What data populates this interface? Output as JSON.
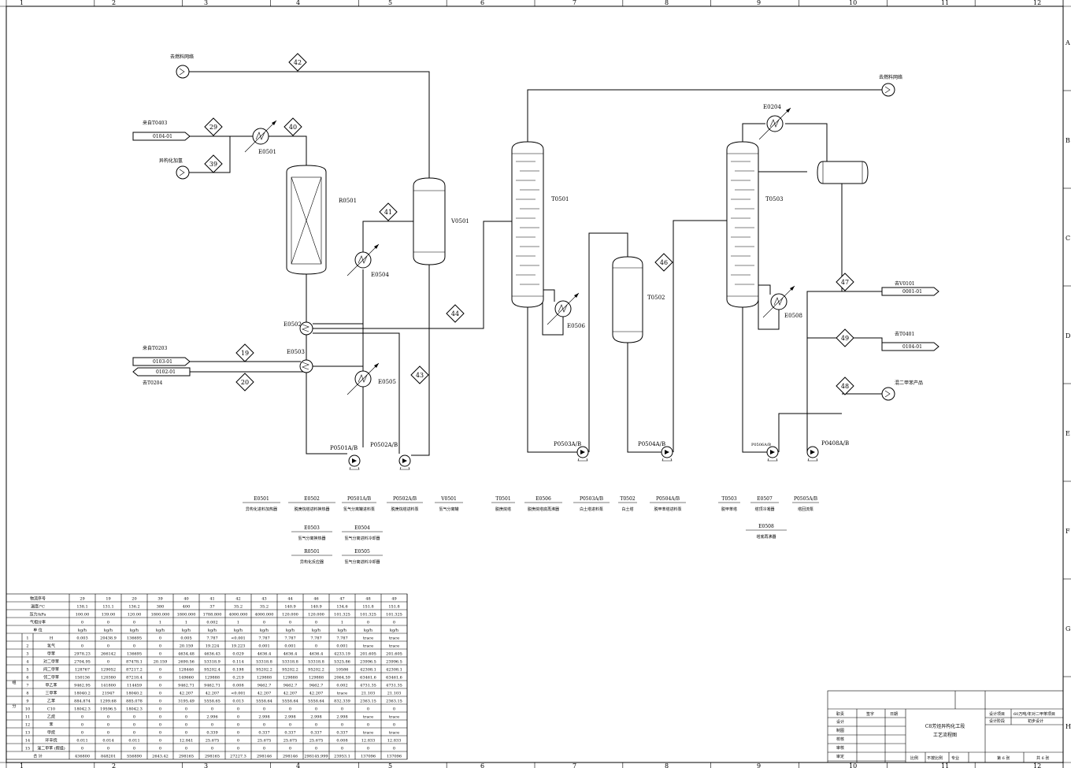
{
  "frame": {
    "columns": [
      "1",
      "2",
      "3",
      "4",
      "5",
      "6",
      "7",
      "8",
      "9",
      "10",
      "11",
      "12"
    ],
    "rows": [
      "A",
      "B",
      "C",
      "D",
      "E",
      "F",
      "G",
      "H"
    ]
  },
  "equipment": [
    {
      "tag": "R0501"
    },
    {
      "tag": "V0501"
    },
    {
      "tag": "T0501"
    },
    {
      "tag": "T0502"
    },
    {
      "tag": "T0503"
    },
    {
      "tag": "E0501"
    },
    {
      "tag": "E0502"
    },
    {
      "tag": "E0503"
    },
    {
      "tag": "E0504"
    },
    {
      "tag": "E0505"
    },
    {
      "tag": "E0506"
    },
    {
      "tag": "E0204"
    },
    {
      "tag": "E0508"
    },
    {
      "tag": "P0501A/B"
    },
    {
      "tag": "P0502A/B"
    },
    {
      "tag": "P0503A/B"
    },
    {
      "tag": "P0504A/B"
    },
    {
      "tag": "P0506A/B"
    },
    {
      "tag": "P0408A/B"
    }
  ],
  "streams": [
    "42",
    "29",
    "40",
    "39",
    "41",
    "19",
    "20",
    "44",
    "43",
    "46",
    "47",
    "49",
    "48"
  ],
  "connections": [
    {
      "text": "去燃料网络"
    },
    {
      "text": "来自T0403"
    },
    {
      "text": "0104-01"
    },
    {
      "text": "异构化加氢"
    },
    {
      "text": "来自T0203"
    },
    {
      "text": "0103-01"
    },
    {
      "text": "0102-01"
    },
    {
      "text": "去T0204"
    },
    {
      "text": "去燃料网络"
    },
    {
      "text": "去V0101"
    },
    {
      "text": "0001-01"
    },
    {
      "text": "去T0401"
    },
    {
      "text": "0104-01"
    },
    {
      "text": "混二甲苯产品"
    }
  ],
  "legend": {
    "row1": [
      {
        "tag": "E0501",
        "desc": "异构化进料加热器"
      },
      {
        "tag": "E0502",
        "desc": "脱庚烷塔进料换热器"
      },
      {
        "tag": "P0501A/B",
        "desc": "氢气分离罐进料泵"
      },
      {
        "tag": "P0502A/B",
        "desc": "脱庚烷塔进料泵"
      },
      {
        "tag": "V0501",
        "desc": "氢气分离罐"
      },
      {
        "tag": "T0501",
        "desc": "脱庚烷塔"
      },
      {
        "tag": "E0506",
        "desc": "脱庚烷塔底再沸器"
      },
      {
        "tag": "P0503A/B",
        "desc": "白土塔进料泵"
      },
      {
        "tag": "T0502",
        "desc": "白土塔"
      },
      {
        "tag": "P0504A/B",
        "desc": "脱甲苯塔进料泵"
      },
      {
        "tag": "T0503",
        "desc": "脱甲苯塔"
      },
      {
        "tag": "E0507",
        "desc": "塔顶冷凝器"
      },
      {
        "tag": "P0505A/B",
        "desc": "塔回流泵"
      }
    ],
    "row2": [
      {
        "tag": "E0503",
        "desc": "氢气分离换热器"
      },
      {
        "tag": "E0504",
        "desc": "氢气分离进料冷却器"
      },
      {
        "tag": "E0508",
        "desc": "塔底再沸器"
      }
    ],
    "row3": [
      {
        "tag": "R0501",
        "desc": "异构化反应器"
      },
      {
        "tag": "E0505",
        "desc": "氢气分离进料冷却器"
      }
    ]
  },
  "stream_table": {
    "header_label": "物流序号",
    "columns": [
      "29",
      "19",
      "20",
      "39",
      "40",
      "41",
      "42",
      "43",
      "44",
      "46",
      "47",
      "48",
      "49"
    ],
    "param_rows": [
      {
        "label": "温度/°C",
        "values": [
          "138.1",
          "131.1",
          "136.2",
          "380",
          "400",
          "37",
          "35.2",
          "35.2",
          "140.9",
          "140.9",
          "134.6",
          "151.8",
          "151.8"
        ]
      },
      {
        "label": "压力/kPa",
        "values": [
          "100.00",
          "139.00",
          "120.00",
          "1800.000",
          "1800.000",
          "1788.800",
          "4000.000",
          "4000.000",
          "120.000",
          "120.000",
          "101.325",
          "101.325",
          "101.325"
        ]
      },
      {
        "label": "气相分率",
        "values": [
          "0",
          "0",
          "0",
          "1",
          "1",
          "0.002",
          "1",
          "0",
          "0",
          "0",
          "1",
          "0",
          "0"
        ]
      },
      {
        "label": "单 位",
        "values": [
          "kg/h",
          "kg/h",
          "kg/h",
          "kg/h",
          "kg/h",
          "kg/h",
          "kg/h",
          "kg/h",
          "kg/h",
          "kg/h",
          "kg/h",
          "kg/h",
          "kg/h"
        ]
      }
    ],
    "group_label_top": "组",
    "group_label_bottom": "分",
    "comp_rows": [
      {
        "no": "1",
        "name": "H",
        "values": [
          "0.003",
          "20438.9",
          "136695",
          "0",
          "0.005",
          "7.787",
          "<0.001",
          "7.787",
          "7.787",
          "7.787",
          "7.787",
          "trace",
          "trace"
        ]
      },
      {
        "no": "2",
        "name": "氢气",
        "values": [
          "0",
          "0",
          "0",
          "0",
          "20.159",
          "19.224",
          "19.223",
          "0.001",
          "0.001",
          "0",
          "0.001",
          "trace",
          "trace"
        ]
      },
      {
        "no": "3",
        "name": "甲苯",
        "values": [
          "2978.23",
          "266142",
          "136695",
          "0",
          "4634.48",
          "4636.43",
          "0.029",
          "4636.4",
          "4636.4",
          "4636.4",
          "4233.19",
          "201.605",
          "201.605"
        ]
      },
      {
        "no": "4",
        "name": "对二甲苯",
        "values": [
          "2704.95",
          "0",
          "87478.1",
          "20.159",
          "2690.56",
          "53318.9",
          "0.114",
          "53318.8",
          "53318.8",
          "53318.8",
          "5325.86",
          "23996.5",
          "23996.5"
        ]
      },
      {
        "no": "5",
        "name": "间二甲苯",
        "values": [
          "128767",
          "129052",
          "87217.2",
          "0",
          "128446",
          "95202.4",
          "0.198",
          "95202.2",
          "95202.2",
          "95202.2",
          "10586",
          "42308.1",
          "42308.1"
        ]
      },
      {
        "no": "6",
        "name": "邻二甲苯",
        "values": [
          "150136",
          "120380",
          "87218.4",
          "0",
          "149660",
          "129888",
          "0.219",
          "129888",
          "129888",
          "129888",
          "2064.59",
          "63461.6",
          "63461.6"
        ]
      },
      {
        "no": "7",
        "name": "甲乙苯",
        "values": [
          "9462.95",
          "141800",
          "114459",
          "0",
          "9462.71",
          "9462.71",
          "0.008",
          "9462.7",
          "9462.7",
          "9462.7",
          "0.002",
          "4731.35",
          "4731.35"
        ]
      },
      {
        "no": "8",
        "name": "三甲苯",
        "values": [
          "18040.2",
          "21947",
          "18040.2",
          "0",
          "42.207",
          "42.207",
          "<0.001",
          "42.207",
          "42.207",
          "42.207",
          "trace",
          "21.103",
          "21.103"
        ]
      },
      {
        "no": "9",
        "name": "乙苯",
        "values": [
          "884.874",
          "1299.68",
          "885.078",
          "0",
          "3195.49",
          "5558.65",
          "0.013",
          "5558.64",
          "5558.64",
          "5558.64",
          "832.339",
          "2363.15",
          "2363.15"
        ]
      },
      {
        "no": "10",
        "name": "C10",
        "values": [
          "18042.3",
          "19596.5",
          "18042.3",
          "0",
          "0",
          "0",
          "0",
          "0",
          "0",
          "0",
          "0",
          "0",
          "0"
        ]
      },
      {
        "no": "11",
        "name": "乙烷",
        "values": [
          "0",
          "0",
          "0",
          "0",
          "0",
          "2.996",
          "0",
          "2.998",
          "2.998",
          "2.998",
          "2.998",
          "trace",
          "trace"
        ]
      },
      {
        "no": "12",
        "name": "苯",
        "values": [
          "0",
          "0",
          "0",
          "0",
          "0",
          "0",
          "0",
          "0",
          "0",
          "0",
          "0",
          "0",
          "0"
        ]
      },
      {
        "no": "13",
        "name": "甲烷",
        "values": [
          "0",
          "0",
          "0",
          "0",
          "0",
          "0.339",
          "0",
          "0.337",
          "0.337",
          "0.337",
          "0.337",
          "trace",
          "trace"
        ]
      },
      {
        "no": "14",
        "name": "环辛烷",
        "values": [
          "0.011",
          "0.014",
          "0.011",
          "0",
          "12.841",
          "25.675",
          "0",
          "25.675",
          "25.675",
          "25.675",
          "0.008",
          "12.833",
          "12.833"
        ]
      },
      {
        "no": "15",
        "name": "混二甲苯 (假组)",
        "values": [
          "0",
          "0",
          "0",
          "0",
          "0",
          "0",
          "0",
          "0",
          "0",
          "0",
          "0",
          "0",
          "0"
        ]
      }
    ],
    "total_row": {
      "label": "合 计",
      "values": [
        "436800",
        "848201",
        "556890",
        "2643.42",
        "298165",
        "298165",
        "27227.3",
        "298146",
        "298146",
        "298145.999",
        "23953.1",
        "137096",
        "137096"
      ]
    }
  },
  "title_block": {
    "row_labels": [
      "职责",
      "设计",
      "制图",
      "校核",
      "审核",
      "审定"
    ],
    "header_sign": "签字",
    "header_date": "日期",
    "drawing_title_1": "C8芳烃异构化工段",
    "drawing_title_2": "工艺流程图",
    "design_project_label": "设计项目",
    "design_project_value": "60万吨/年对二甲苯项目",
    "design_stage_label": "设计阶段",
    "design_stage_value": "初步设计",
    "scale_label": "比例",
    "scale_value": "不按比例",
    "major_label": "专业",
    "sheet_label": "第 6 张",
    "total_label": "共 6 张"
  }
}
